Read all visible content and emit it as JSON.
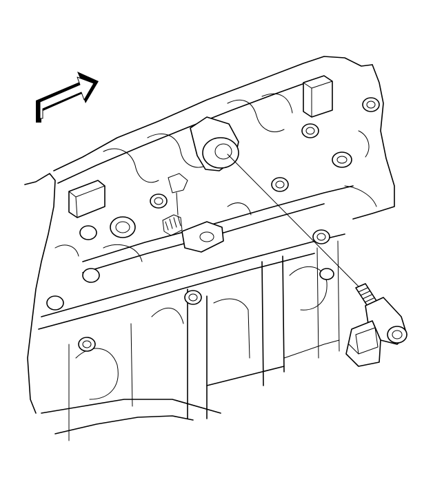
{
  "illustration": {
    "kind": "line-art",
    "colors": {
      "line": "#000000",
      "background": "#ffffff"
    },
    "icons": [
      "direction-arrow-icon",
      "knock-sensor",
      "engine-block",
      "bolt"
    ]
  }
}
